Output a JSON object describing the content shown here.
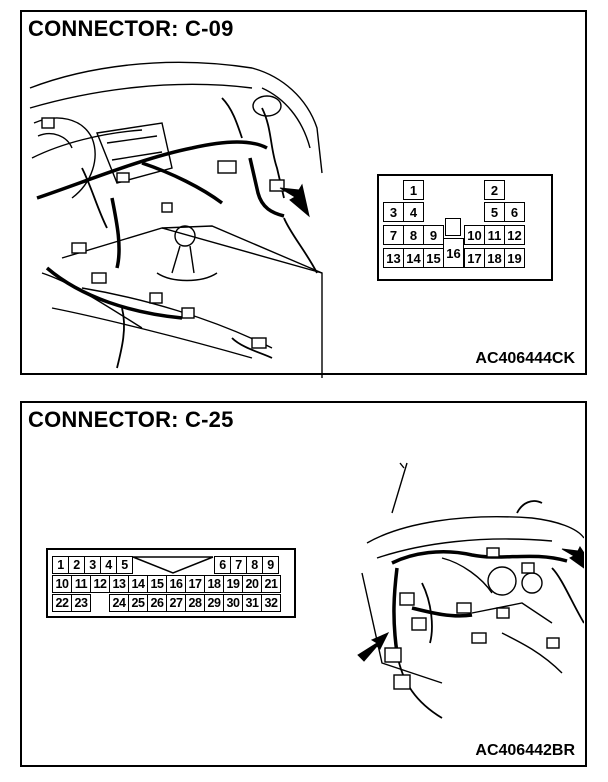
{
  "panels": [
    {
      "title": "CONNECTOR: C-09",
      "figure_code": "AC406444CK",
      "connector": {
        "rows": [
          [
            "1",
            "",
            "",
            "",
            "2",
            ""
          ],
          [
            "3",
            "4",
            "",
            "",
            "5",
            "6"
          ],
          [
            "7",
            "8",
            "9",
            "",
            "10",
            "11",
            "12"
          ],
          [
            "13",
            "14",
            "15",
            "16",
            "17",
            "18",
            "19"
          ]
        ]
      }
    },
    {
      "title": "CONNECTOR: C-25",
      "figure_code": "AC406442BR",
      "connector": {
        "rows": [
          [
            "1",
            "2",
            "3",
            "4",
            "5",
            "6",
            "7",
            "8",
            "9"
          ],
          [
            "10",
            "11",
            "12",
            "13",
            "14",
            "15",
            "16",
            "17",
            "18",
            "19",
            "20",
            "21"
          ],
          [
            "22",
            "23",
            "24",
            "25",
            "26",
            "27",
            "28",
            "29",
            "30",
            "31",
            "32"
          ]
        ]
      }
    }
  ],
  "icons": {
    "locator_arrow": "arrow-icon",
    "illustration_1": "dashboard-harness-illustration",
    "illustration_2": "instrument-panel-harness-illustration"
  }
}
